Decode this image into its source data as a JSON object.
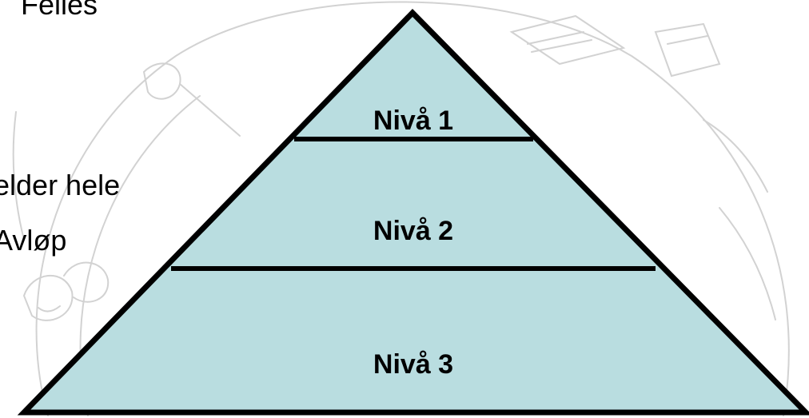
{
  "side_text": {
    "line1": "Felles",
    "line2": "elder hele",
    "line3": "Avløp"
  },
  "pyramid": {
    "fill_color": "#b9dde0",
    "stroke_color": "#000000",
    "levels": [
      {
        "label": "Nivå 1"
      },
      {
        "label": "Nivå 2"
      },
      {
        "label": "Nivå 3"
      }
    ]
  },
  "watermark": {
    "color": "#d2d2d2",
    "icon": "theater-masks-and-books-icon"
  }
}
